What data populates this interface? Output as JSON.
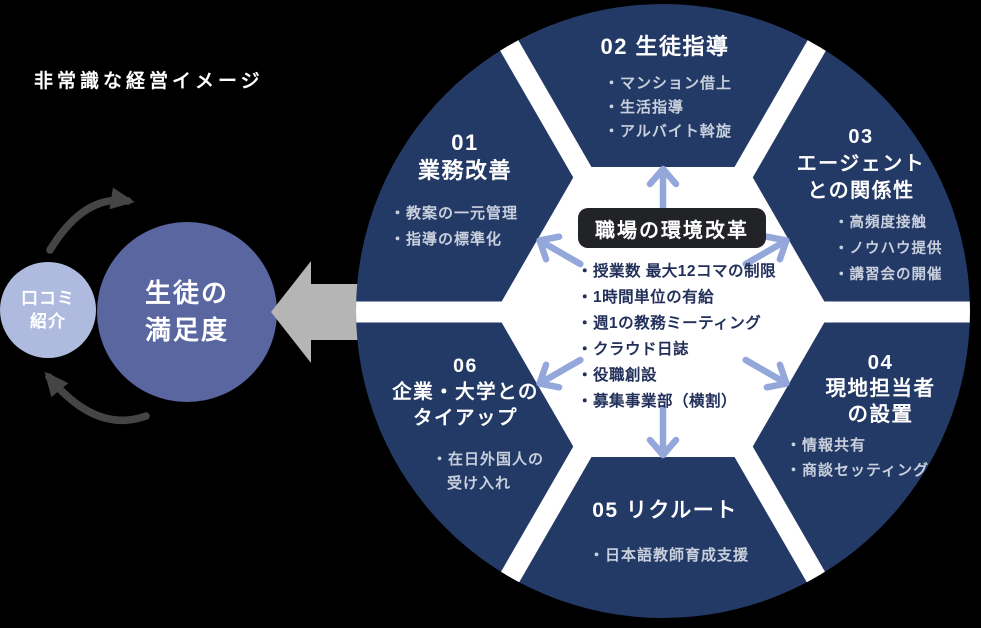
{
  "title": "非常識な経営イメージ",
  "left_flow": {
    "word_of_mouth": {
      "line1": "口コミ",
      "line2": "紹介"
    },
    "satisfaction": {
      "line1": "生徒の",
      "line2": "満足度"
    }
  },
  "center": {
    "label": "職場の環境改革",
    "items": [
      "・授業数 最大12コマの制限",
      "・1時間単位の有給",
      "・週1の教務ミーティング",
      "・クラウド日誌",
      "・役職創設",
      "・募集事業部（横割）"
    ]
  },
  "segments": [
    {
      "heading": [
        "01",
        "業務改善"
      ],
      "items": [
        "・教案の一元管理",
        "・指導の標準化"
      ]
    },
    {
      "heading": [
        "02 生徒指導"
      ],
      "items": [
        "・マンション借上",
        "・生活指導",
        "・アルバイト斡旋"
      ]
    },
    {
      "heading": [
        "03",
        "エージェント",
        "との関係性"
      ],
      "items": [
        "・高頻度接触",
        "・ノウハウ提供",
        "・講習会の開催"
      ]
    },
    {
      "heading": [
        "04",
        "現地担当者",
        "の設置"
      ],
      "items": [
        "・情報共有",
        "・商談セッティング"
      ]
    },
    {
      "heading": [
        "05 リクルート"
      ],
      "items": [
        "・日本語教師育成支援"
      ]
    },
    {
      "heading": [
        "06",
        "企業・大学との",
        "タイアップ"
      ],
      "items": [
        "・在日外国人の",
        "受け入れ"
      ]
    }
  ],
  "colors": {
    "background": "#000000",
    "wheel_navy": "#243a66",
    "hexagon_white": "#ffffff",
    "spoke_arrow": "#94a7db",
    "word_of_mouth_circle": "#aebade",
    "satisfaction_circle": "#5966a0",
    "block_arrow_gray": "#b5b5b5",
    "cycle_arrow_gray": "#454545",
    "center_box_black": "#222326",
    "center_text_navy": "#22305a",
    "bullet_text": "#c9d0dd"
  }
}
